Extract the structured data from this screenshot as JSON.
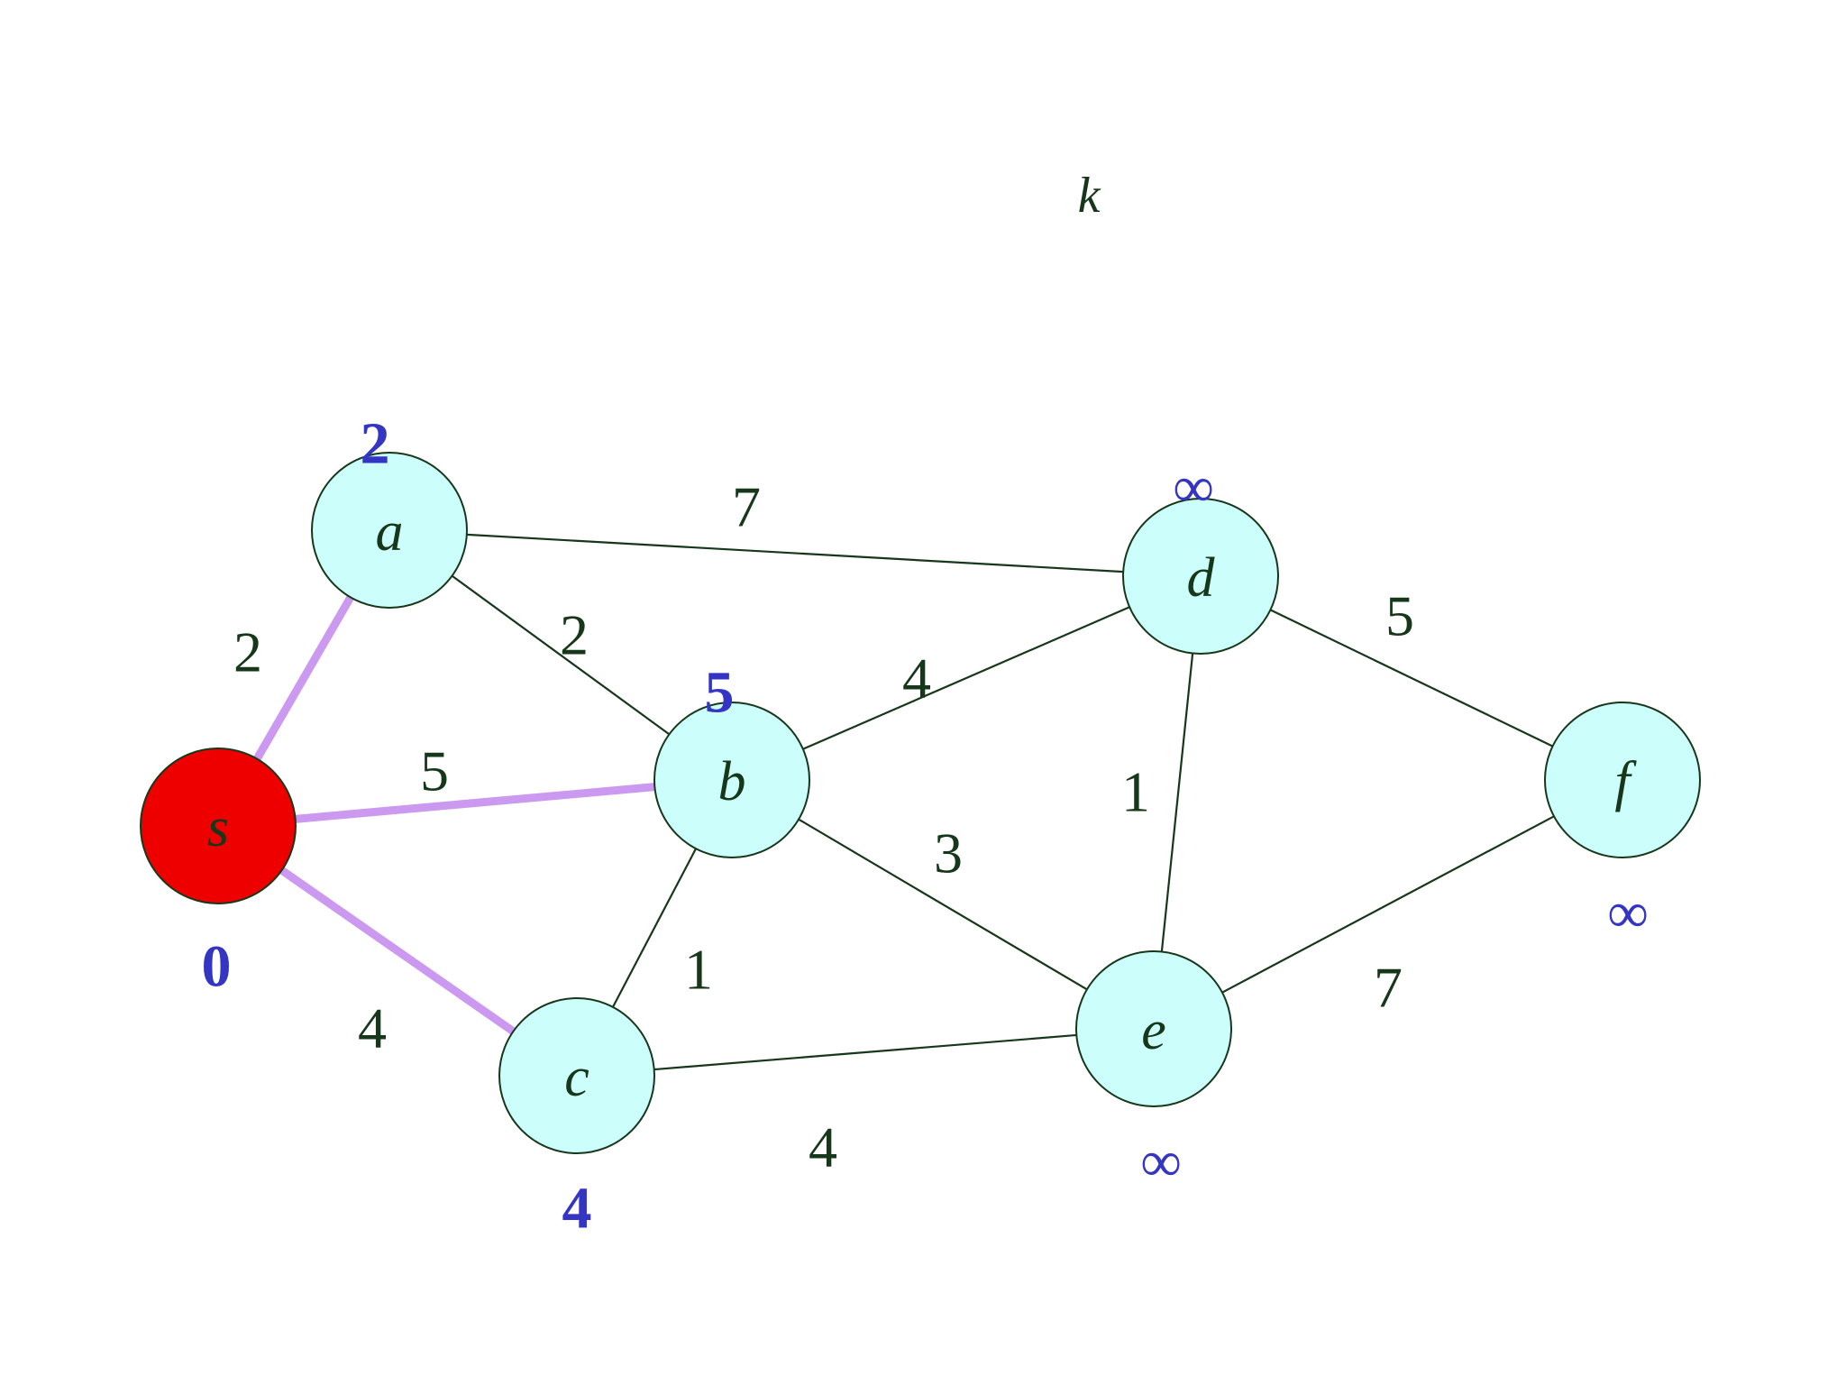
{
  "title": "k",
  "colors": {
    "node_fill": "#ccfffb",
    "source_fill": "#ee0000",
    "edge": "#17371a",
    "highlight_edge": "#cc99f0",
    "distance_text": "#3535c4"
  },
  "nodes": [
    {
      "id": "s",
      "label": "s",
      "distance": "0",
      "source": true
    },
    {
      "id": "a",
      "label": "a",
      "distance": "2",
      "source": false
    },
    {
      "id": "b",
      "label": "b",
      "distance": "5",
      "source": false
    },
    {
      "id": "c",
      "label": "c",
      "distance": "4",
      "source": false
    },
    {
      "id": "d",
      "label": "d",
      "distance": "∞",
      "source": false
    },
    {
      "id": "e",
      "label": "e",
      "distance": "∞",
      "source": false
    },
    {
      "id": "f",
      "label": "f",
      "distance": "∞",
      "source": false
    }
  ],
  "edges": [
    {
      "from": "s",
      "to": "a",
      "weight": "2",
      "highlighted": true
    },
    {
      "from": "s",
      "to": "b",
      "weight": "5",
      "highlighted": true
    },
    {
      "from": "s",
      "to": "c",
      "weight": "4",
      "highlighted": true
    },
    {
      "from": "a",
      "to": "d",
      "weight": "7",
      "highlighted": false
    },
    {
      "from": "a",
      "to": "b",
      "weight": "2",
      "highlighted": false
    },
    {
      "from": "b",
      "to": "d",
      "weight": "4",
      "highlighted": false
    },
    {
      "from": "b",
      "to": "e",
      "weight": "3",
      "highlighted": false
    },
    {
      "from": "b",
      "to": "c",
      "weight": "1",
      "highlighted": false
    },
    {
      "from": "c",
      "to": "e",
      "weight": "4",
      "highlighted": false
    },
    {
      "from": "d",
      "to": "e",
      "weight": "1",
      "highlighted": false
    },
    {
      "from": "d",
      "to": "f",
      "weight": "5",
      "highlighted": false
    },
    {
      "from": "e",
      "to": "f",
      "weight": "7",
      "highlighted": false
    }
  ]
}
